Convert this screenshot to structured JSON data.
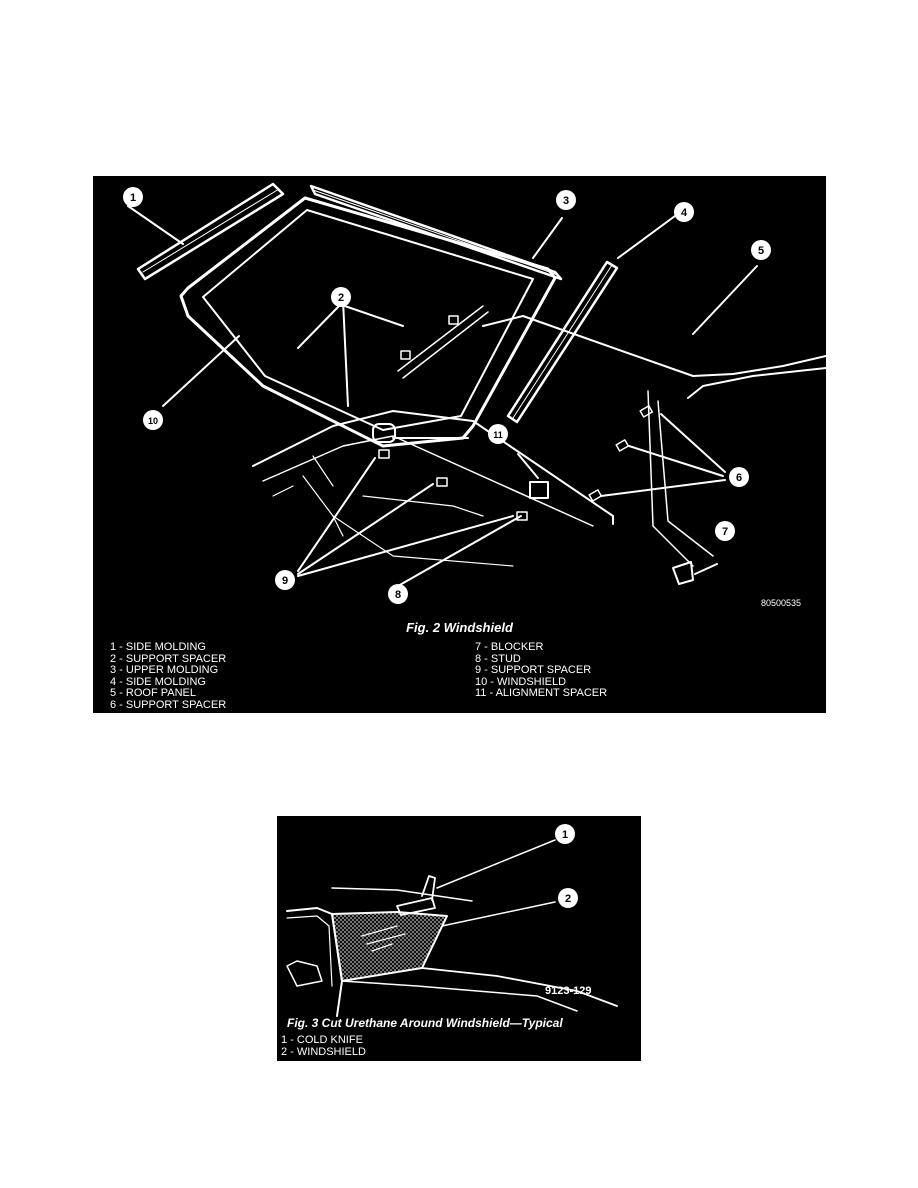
{
  "figure2": {
    "caption": "Fig. 2 Windshield",
    "reference_number": "80500535",
    "callouts": [
      "1",
      "2",
      "3",
      "4",
      "5",
      "6",
      "7",
      "8",
      "9",
      "10",
      "11"
    ],
    "legend_left": [
      "1 - SIDE MOLDING",
      "2 - SUPPORT SPACER",
      "3 - UPPER MOLDING",
      "4 - SIDE MOLDING",
      "5 - ROOF PANEL",
      "6 - SUPPORT SPACER"
    ],
    "legend_right": [
      "7 - BLOCKER",
      "8 - STUD",
      "9 - SUPPORT SPACER",
      "10 - WINDSHIELD",
      "11 - ALIGNMENT SPACER"
    ]
  },
  "figure3": {
    "caption": "Fig. 3 Cut Urethane Around Windshield—Typical",
    "reference_number": "9123-129",
    "callouts": [
      "1",
      "2"
    ],
    "legend": [
      "1 - COLD KNIFE",
      "2 - WINDSHIELD"
    ]
  }
}
